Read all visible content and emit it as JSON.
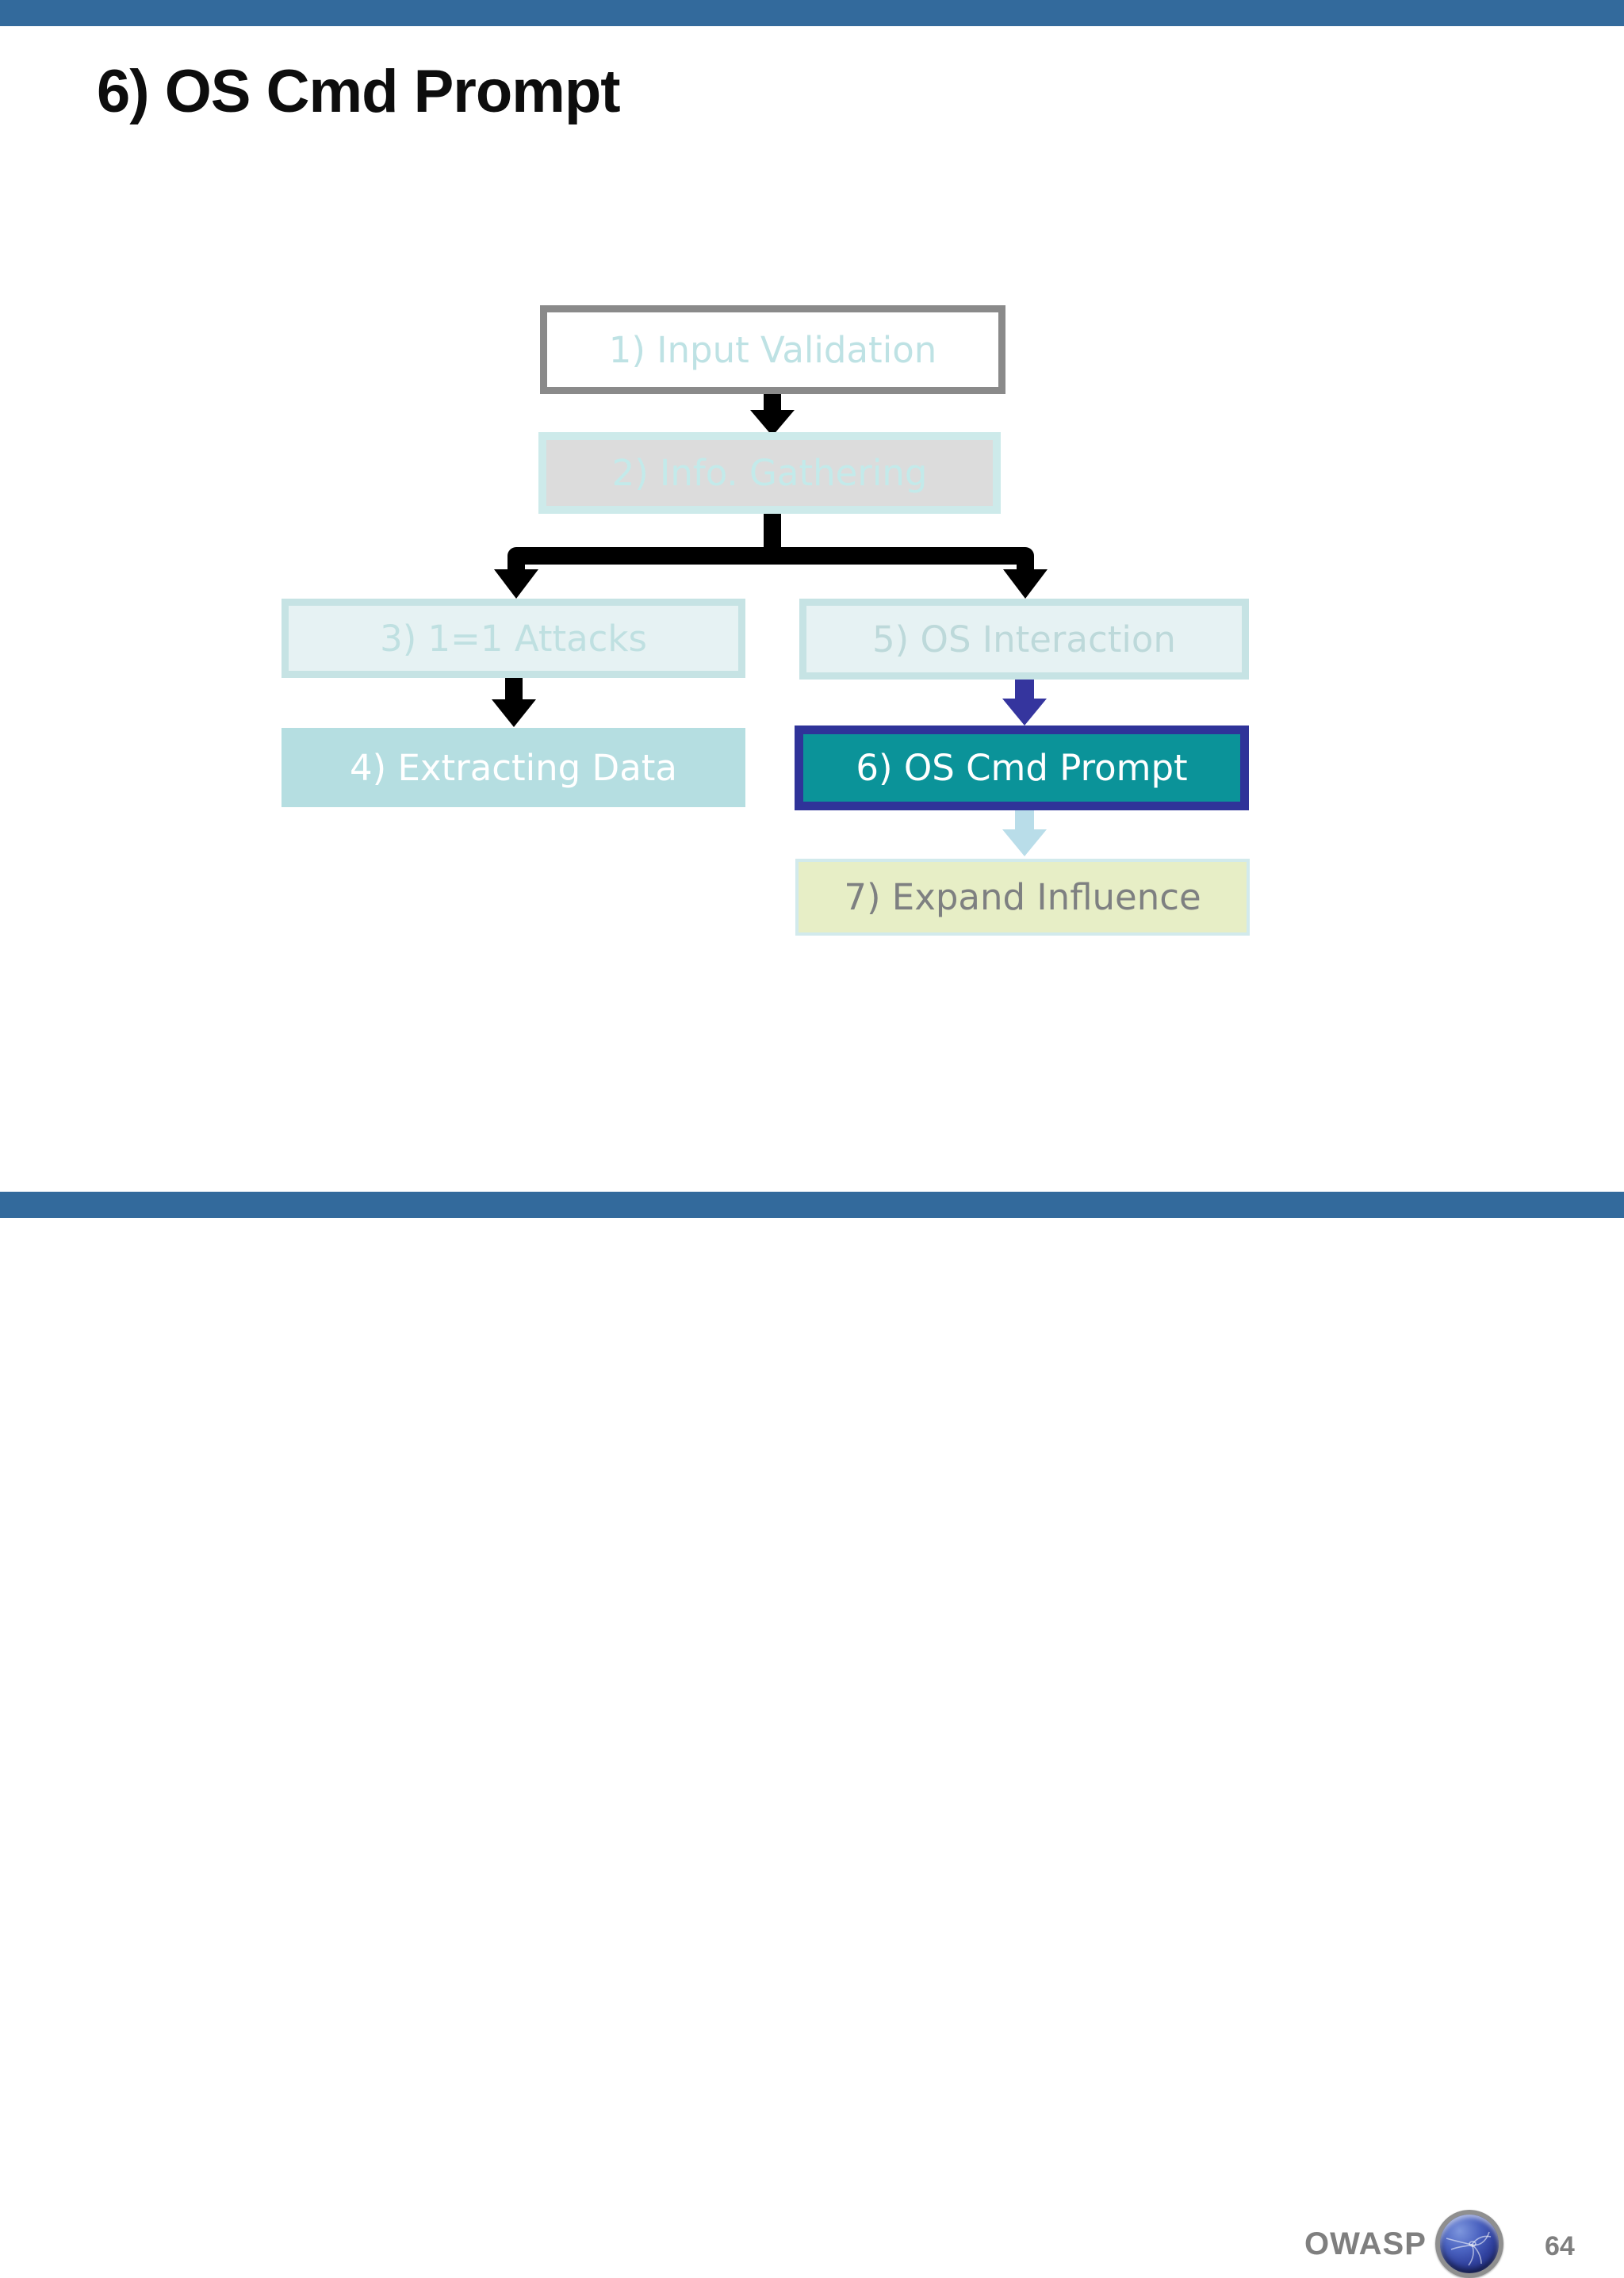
{
  "slide": {
    "title": "6) OS Cmd Prompt"
  },
  "colors": {
    "top_bar": "#336a9c",
    "bottom_bar": "#336a9c",
    "title_text": "#0d0d0d",
    "highlight_fill": "#0b9399",
    "highlight_border": "#2f3399",
    "black_arrow": "#000000",
    "indigo_arrow": "#35359e",
    "light_blue_arrow": "#b9dde9",
    "footer_text": "#7f7f7f"
  },
  "diagram": {
    "type": "flowchart",
    "nodes": [
      {
        "id": "1",
        "label": "1) Input Validation",
        "fill": "#ffffff",
        "border": "#8a8a8a",
        "text": "#bee2e4",
        "state": "visited"
      },
      {
        "id": "2",
        "label": "2) Info. Gathering",
        "fill": "#dcdcdc",
        "border": "#cdeaea",
        "text": "#c3eaea",
        "state": "visited"
      },
      {
        "id": "3",
        "label": "3) 1=1 Attacks",
        "fill": "#e6f2f3",
        "border": "#c6e3e4",
        "text": "#bfe0e1",
        "state": "faded"
      },
      {
        "id": "4",
        "label": "4) Extracting Data",
        "fill": "#b5dee1",
        "border": "#b5dee1",
        "text": "#ffffff",
        "state": "faded"
      },
      {
        "id": "5",
        "label": "5) OS Interaction",
        "fill": "#e6f2f3",
        "border": "#c6e3e4",
        "text": "#bdd9da",
        "state": "faded"
      },
      {
        "id": "6",
        "label": "6) OS Cmd Prompt",
        "fill": "#0b9399",
        "border": "#2f3399",
        "text": "#ffffff",
        "state": "current"
      },
      {
        "id": "7",
        "label": "7) Expand Influence",
        "fill": "#e7eec6",
        "border": "#d2eaec",
        "text": "#7e8081",
        "state": "upcoming"
      }
    ],
    "edges": [
      {
        "from": "1",
        "to": "2",
        "color": "#000000"
      },
      {
        "from": "2",
        "to": "3",
        "color": "#000000"
      },
      {
        "from": "2",
        "to": "5",
        "color": "#000000"
      },
      {
        "from": "3",
        "to": "4",
        "color": "#000000"
      },
      {
        "from": "5",
        "to": "6",
        "color": "#35359e"
      },
      {
        "from": "6",
        "to": "7",
        "color": "#b9dde9"
      }
    ]
  },
  "footer": {
    "brand": "OWASP",
    "page_number": "64"
  }
}
